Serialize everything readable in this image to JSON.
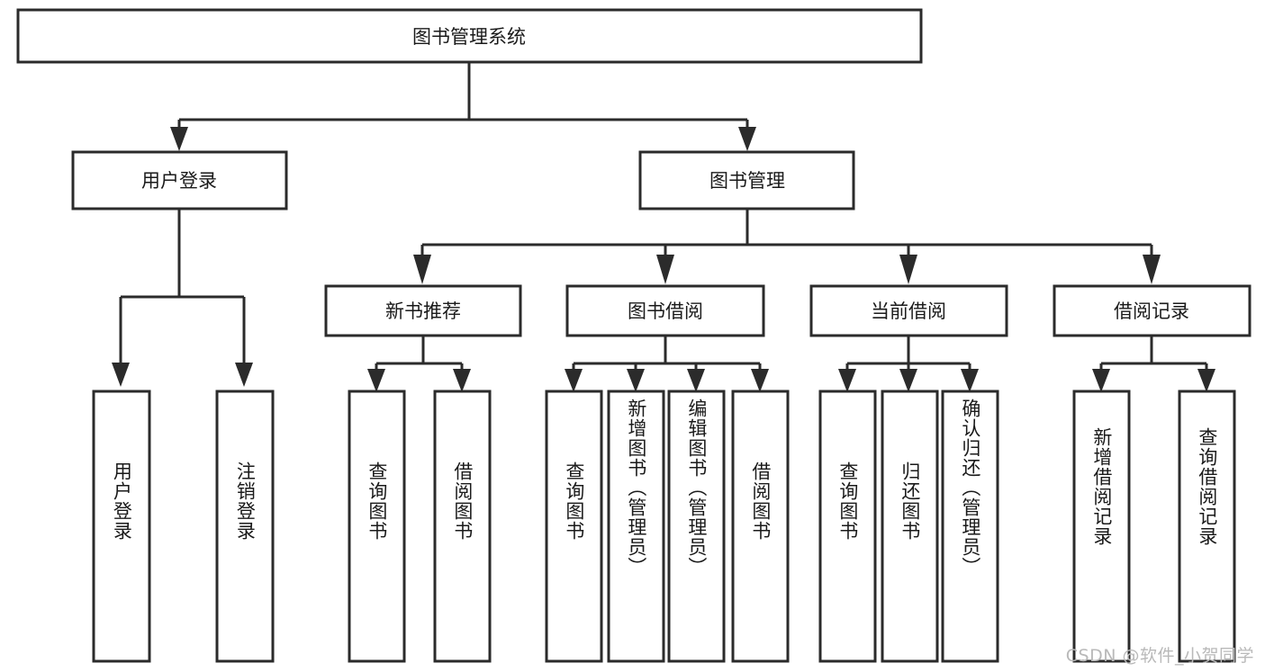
{
  "diagram": {
    "title": "图书管理系统",
    "type": "tree",
    "orientation": "top-down",
    "root": {
      "label": "图书管理系统"
    },
    "level1": [
      {
        "label": "用户登录"
      },
      {
        "label": "图书管理"
      }
    ],
    "level2": [
      {
        "label": "新书推荐",
        "parent": "图书管理"
      },
      {
        "label": "图书借阅",
        "parent": "图书管理"
      },
      {
        "label": "当前借阅",
        "parent": "图书管理"
      },
      {
        "label": "借阅记录",
        "parent": "图书管理"
      }
    ],
    "leaves": {
      "user_login": [
        {
          "label": "用户登录"
        },
        {
          "label": "注销登录"
        }
      ],
      "new_book_recommend": [
        {
          "label": "查询图书"
        },
        {
          "label": "借阅图书"
        }
      ],
      "book_borrow": [
        {
          "label": "查询图书"
        },
        {
          "label": "新增图书（管理员）"
        },
        {
          "label": "编辑图书（管理员）"
        },
        {
          "label": "借阅图书"
        }
      ],
      "current_borrow": [
        {
          "label": "查询图书"
        },
        {
          "label": "归还图书"
        },
        {
          "label": "确认归还（管理员）"
        }
      ],
      "borrow_record": [
        {
          "label": "新增借阅记录"
        },
        {
          "label": "查询借阅记录"
        }
      ]
    }
  },
  "watermark": {
    "text": "CSDN @软件_小贺同学"
  },
  "colors": {
    "box_stroke": "#2b2b2b",
    "box_fill": "#ffffff",
    "text": "#1a1a1a",
    "connector": "#2b2b2b",
    "watermark": "#b9b9b9",
    "background": "#ffffff"
  }
}
